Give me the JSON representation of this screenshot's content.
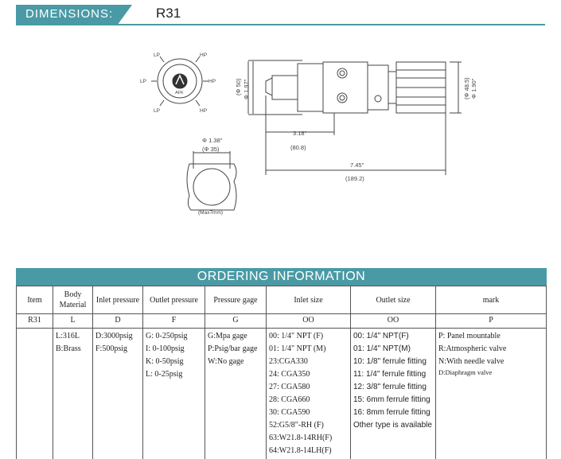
{
  "header": {
    "badge": "DIMENSIONS:",
    "model": "R31"
  },
  "drawing": {
    "gauge_labels": {
      "lp_top": "LP",
      "hp_top": "HP",
      "lp_left": "LP",
      "hp_right": "HP",
      "lp_bottom": "LP",
      "hp_bottom": "HP",
      "brand": "AFK"
    },
    "body_dims": {
      "d_in": "Φ 1.97\"",
      "d_mm": "(Φ 50)",
      "outlet_in": "Φ 1.90\"",
      "outlet_mm": "(Φ 48.5)"
    },
    "length_dims": {
      "len1_in": "3.18\"",
      "len1_mm": "(80.8)",
      "len2_in": "7.45\"",
      "len2_mm": "(189.2)"
    },
    "panel_dims": {
      "hole_in": "Φ 1.38\"",
      "hole_mm": "(Φ 35)",
      "note": "(Max7mm)"
    }
  },
  "ordering": {
    "title": "ORDERING  INFORMATION",
    "headers": [
      "Item",
      "Body Material",
      "Inlet pressure",
      "Outlet pressure",
      "Pressure gage",
      "Inlet size",
      "Outlet size",
      "mark"
    ],
    "codes": [
      "R31",
      "L",
      "D",
      "F",
      "G",
      "OO",
      "OO",
      "P"
    ],
    "columns": [
      [
        ""
      ],
      [
        "L:316L",
        "B:Brass"
      ],
      [
        "D:3000psig",
        "F:500psig"
      ],
      [
        "G: 0-250psig",
        "I: 0-100psig",
        "K: 0-50psig",
        "L: 0-25psig"
      ],
      [
        "G:Mpa gage",
        "P:Psig/bar gage",
        "W:No gage"
      ],
      [
        "00: 1/4\" NPT (F)",
        "01: 1/4\" NPT (M)",
        "23:CGA330",
        "24: CGA350",
        "27: CGA580",
        "28: CGA660",
        "30: CGA590",
        "52:G5/8\"-RH (F)",
        "63:W21.8-14RH(F)",
        "64:W21.8-14LH(F)"
      ],
      [
        "00: 1/4\" NPT(F)",
        "01: 1/4\" NPT(M)",
        "10: 1/8\" ferrule fitting",
        "11: 1/4\" ferrule fitting",
        "12: 3/8\" ferrule fitting",
        "15: 6mm ferrule fitting",
        "16: 8mm ferrule fitting",
        "Other type is available"
      ],
      [
        "P: Panel mountable",
        "R:Atmospheric valve",
        "N:With needle valve",
        "D:Diaphragm valve"
      ]
    ]
  }
}
